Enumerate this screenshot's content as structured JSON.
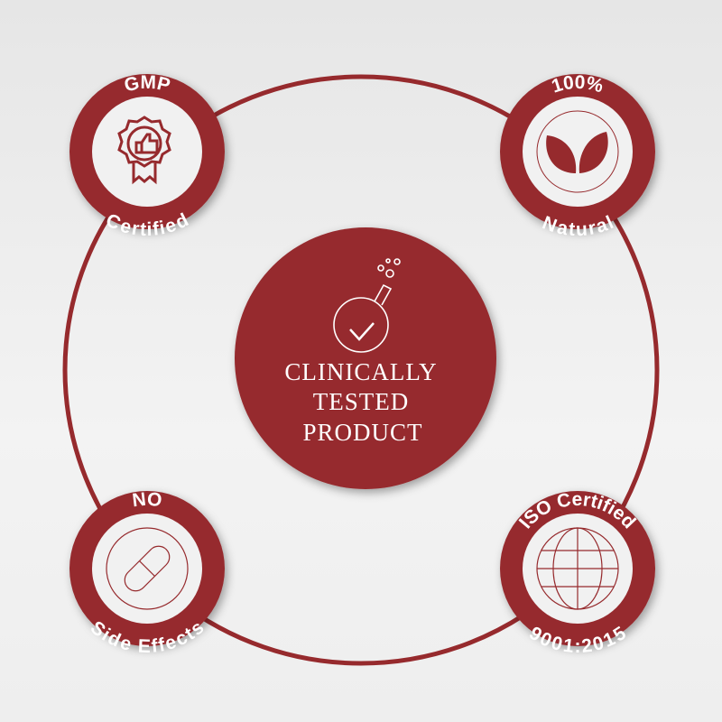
{
  "colors": {
    "brand": "#962a2d",
    "inner": "#f1f1f1",
    "background": "#ececec"
  },
  "center": {
    "line1": "CLINICALLY",
    "line2": "TESTED",
    "line3": "PRODUCT",
    "icon": "flask-check-icon"
  },
  "badges": [
    {
      "top": "GMP",
      "bottom": "Certified",
      "icon": "award-thumbs-up-icon"
    },
    {
      "top": "100%",
      "bottom": "Natural",
      "icon": "leaves-icon"
    },
    {
      "top": "NO",
      "bottom": "Side Effects",
      "icon": "capsule-icon"
    },
    {
      "top": "ISO Certified",
      "bottom": "9001:2015",
      "icon": "globe-icon"
    }
  ]
}
